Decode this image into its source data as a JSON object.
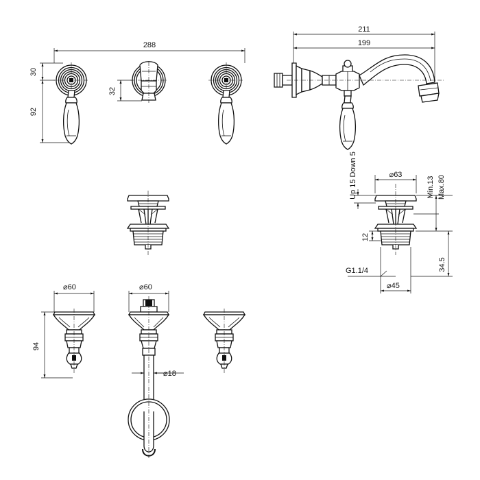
{
  "dimensions": {
    "overall_width": "288",
    "handle_top": "30",
    "handle_height": "92",
    "center_height": "32",
    "spout_total": "211",
    "spout_reach": "199",
    "drain_travel": "Up 15 Down 5",
    "drain_cap_dia": "63",
    "drain_min": "Min.13",
    "drain_max": "Max.80",
    "drain_12": "12",
    "drain_34_5": "34.5",
    "drain_thread": "G1.1/4",
    "drain_45": "45",
    "rose_left_dia": "60",
    "rose_mid_dia": "60",
    "side_height": "94",
    "spout_pipe_dia": "18"
  },
  "symbols": {
    "diameter": "⌀"
  }
}
